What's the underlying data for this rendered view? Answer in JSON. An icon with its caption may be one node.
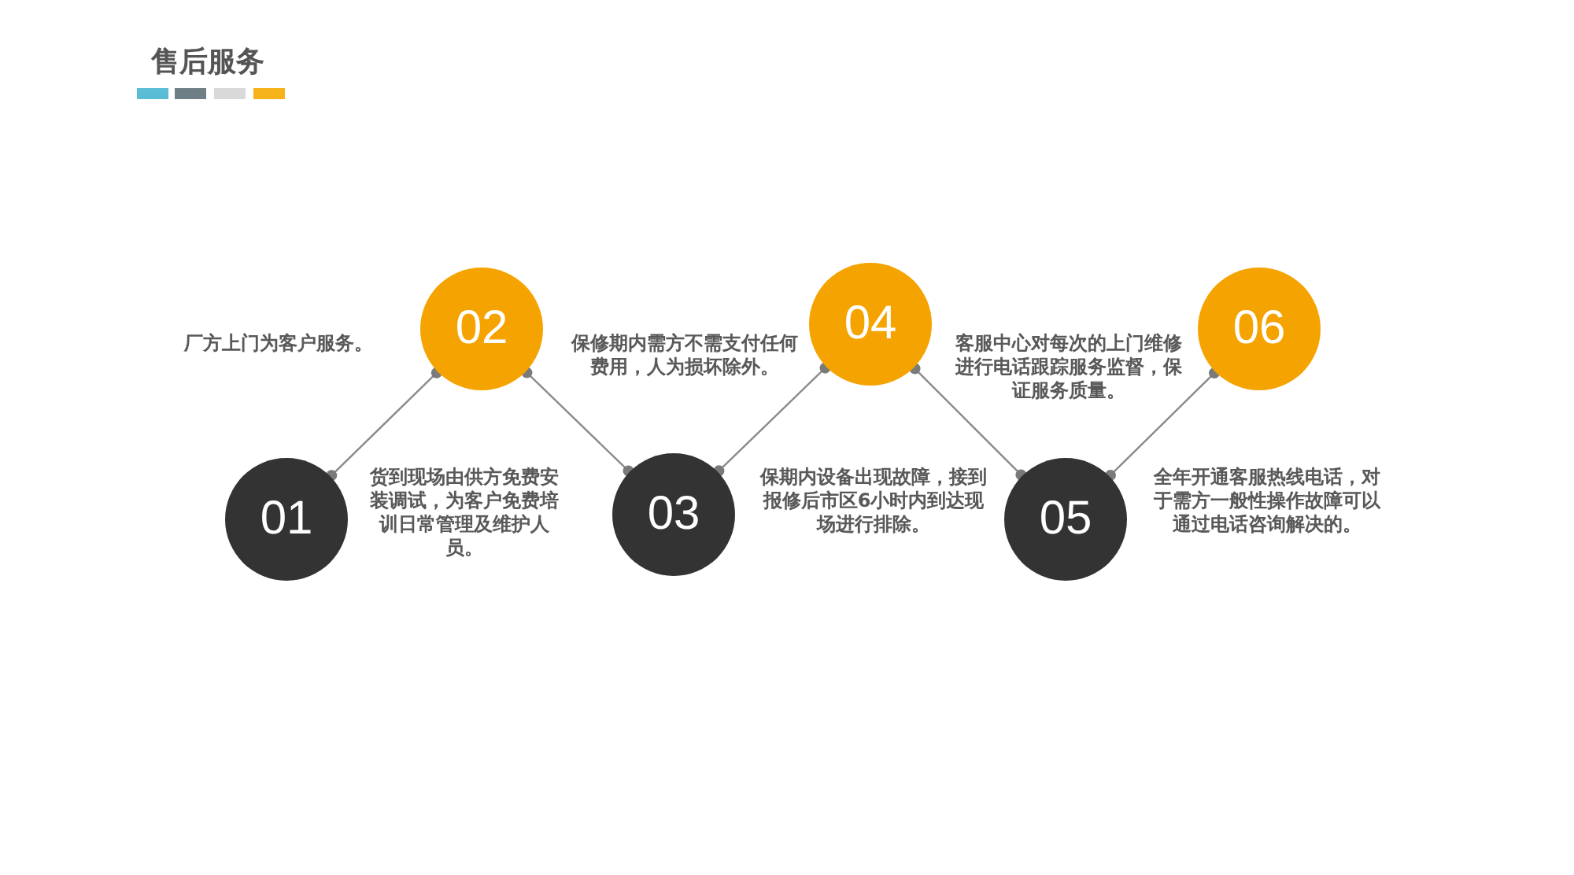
{
  "diagram": {
    "title": "售后服务",
    "nodes": [
      {
        "text": [
          "01"
        ],
        "beside": [
          "货到现场由供方免费安装调试，为客户免费培训日常管理及维护人员。"
        ]
      },
      {
        "text": [
          "02"
        ],
        "beside": [
          "厂方上门为客户服务。"
        ]
      },
      {
        "text": [
          "03"
        ],
        "beside": [
          "保期内设备出现故障，接到报修后市区6小时内到达现场进行排除。"
        ]
      },
      {
        "text": [
          "04"
        ],
        "beside": [
          "保修期内需方不需支付任何费用，人为损坏除外。"
        ]
      },
      {
        "text": [
          "05"
        ],
        "beside": [
          "全年开通客服热线电话，对于需方一般性操作故障可以通过电话咨询解决的。"
        ]
      },
      {
        "text": [
          "06"
        ],
        "beside": [
          "客服中心对每次的上门维修进行电话跟踪服务监督，保证服务质量。"
        ]
      }
    ],
    "edges": [
      {
        "from": 0,
        "to": 1,
        "arrow": "other"
      },
      {
        "from": 1,
        "to": 2,
        "arrow": "other"
      },
      {
        "from": 2,
        "to": 3,
        "arrow": "other"
      },
      {
        "from": 3,
        "to": 4,
        "arrow": "other"
      },
      {
        "from": 4,
        "to": 5,
        "arrow": "other"
      }
    ]
  }
}
